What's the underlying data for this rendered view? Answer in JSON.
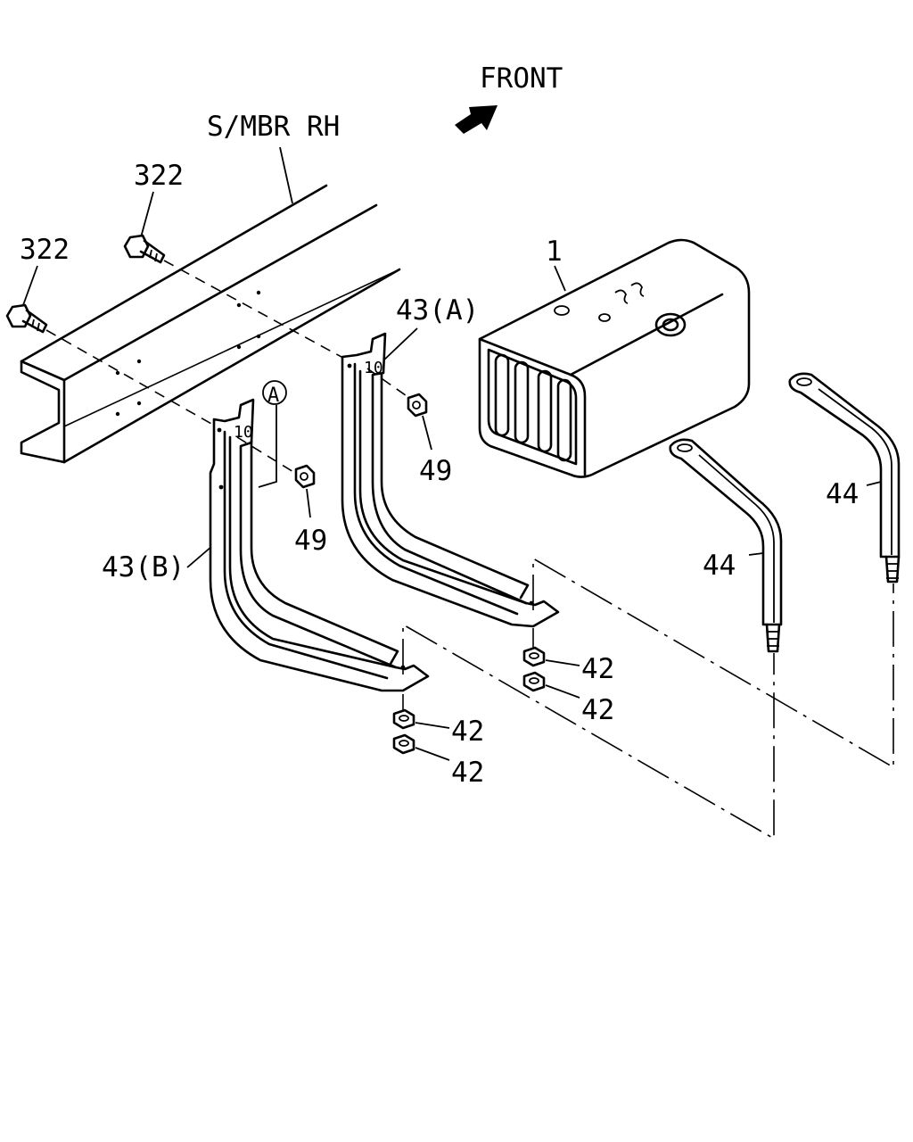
{
  "labels": {
    "front": "FRONT",
    "side_member": "S/MBR RH",
    "tank": "1",
    "bolt_a": "322",
    "bolt_b": "322",
    "bracket_a": "43(A)",
    "bracket_b": "43(B)",
    "nut_49_a": "49",
    "nut_49_b": "49",
    "nut_42_a": "42",
    "nut_42_b": "42",
    "nut_42_c": "42",
    "nut_42_d": "42",
    "strap_a": "44",
    "strap_b": "44",
    "ref_a": "A",
    "stamp_a": "10",
    "stamp_b": "10"
  },
  "colors": {
    "line": "#000000",
    "background": "#ffffff"
  }
}
